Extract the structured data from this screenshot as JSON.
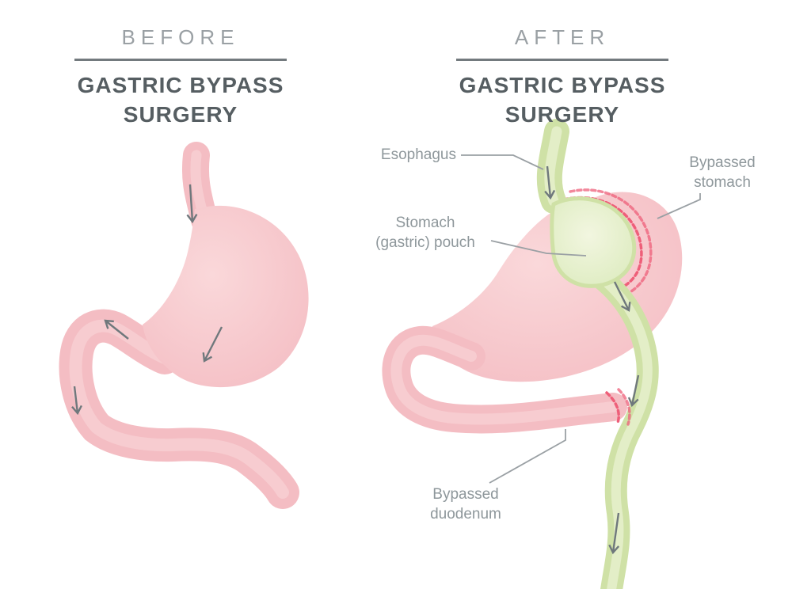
{
  "colors": {
    "background": "#ffffff",
    "pink": "#f4bdc3",
    "pink_light": "#fad8da",
    "green": "#cfe1a6",
    "green_light": "#e9f1d2",
    "green_mid": "#dcebbe",
    "pouch_fill": "#f2f6e0",
    "stitch_red": "#ee5f79",
    "arrow_gray": "#6f787c",
    "title_dark": "#565e62",
    "eyebrow_gray": "#9aa0a4",
    "divider_gray": "#737a7e",
    "label_gray": "#8e979b",
    "leader_gray": "#9aa0a4"
  },
  "left_panel": {
    "eyebrow": "BEFORE",
    "title_line1": "GASTRIC BYPASS",
    "title_line2": "SURGERY"
  },
  "right_panel": {
    "eyebrow": "AFTER",
    "title_line1": "GASTRIC BYPASS",
    "title_line2": "SURGERY",
    "labels": {
      "esophagus": "Esophagus",
      "bypassed_stomach_lines": [
        "Bypassed",
        "stomach"
      ],
      "stomach_pouch_lines": [
        "Stomach",
        "(gastric) pouch"
      ],
      "bypassed_duodenum_lines": [
        "Bypassed",
        "duodenum"
      ]
    }
  }
}
